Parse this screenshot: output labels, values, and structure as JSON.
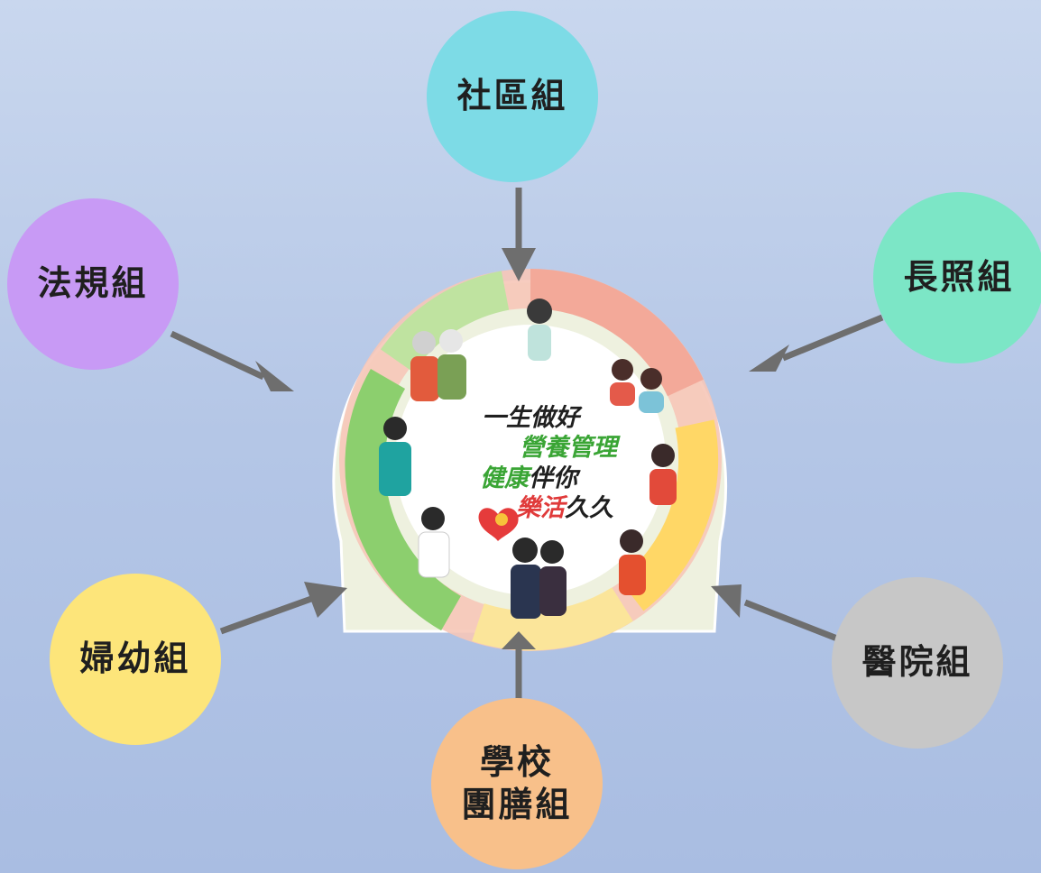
{
  "colors": {
    "community": "#7ddbe6",
    "law": "#c89af5",
    "care": "#7ce6c6",
    "women": "#fde57a",
    "hospital": "#c7c7c7",
    "school": "#f8c08a",
    "arrow": "#6e6e6e",
    "badge_bg": "#eef1df",
    "text_dark": "#1f1f1f",
    "text_green": "#3aa535",
    "text_red": "#e03a3a"
  },
  "nodes": {
    "community": "社區組",
    "law": "法規組",
    "care": "長照組",
    "women": "婦幼組",
    "hospital": "醫院組",
    "school": "學校\n團膳組"
  },
  "center": {
    "line1": "一生做好",
    "line2": "營養管理",
    "line3a": "健康",
    "line3b": "伴你",
    "line4a": "樂活",
    "line4b": "久久"
  },
  "icons": {
    "logo": "heart-logo-icon"
  }
}
